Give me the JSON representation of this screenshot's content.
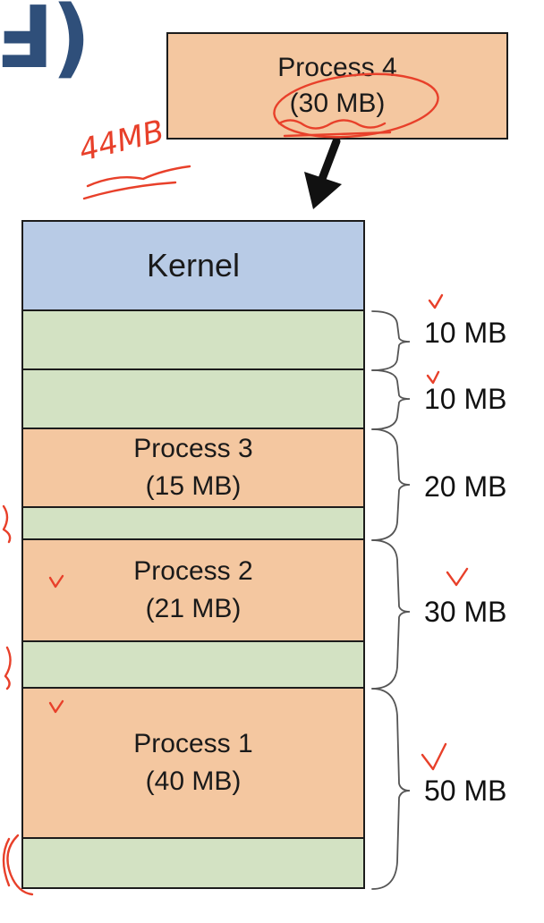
{
  "title_fragment": "Ⅎ)",
  "incoming": {
    "name": "Process 4",
    "size": "(30 MB)"
  },
  "memory": {
    "kernel": "Kernel",
    "segments": [
      {
        "type": "free"
      },
      {
        "type": "free"
      },
      {
        "type": "process",
        "name": "Process 3",
        "size": "(15 MB)"
      },
      {
        "type": "free"
      },
      {
        "type": "process",
        "name": "Process 2",
        "size": "(21 MB)"
      },
      {
        "type": "free"
      },
      {
        "type": "process",
        "name": "Process 1",
        "size": "(40 MB)"
      },
      {
        "type": "free"
      }
    ]
  },
  "partitions": [
    "10 MB",
    "10 MB",
    "20 MB",
    "30 MB",
    "50 MB"
  ],
  "handwriting": {
    "note": "44MB"
  },
  "colors": {
    "kernel": "#b8cbe6",
    "free": "#d3e2c3",
    "process": "#f4c7a0",
    "annotation": "#e8402a",
    "title": "#2f4f7a"
  }
}
